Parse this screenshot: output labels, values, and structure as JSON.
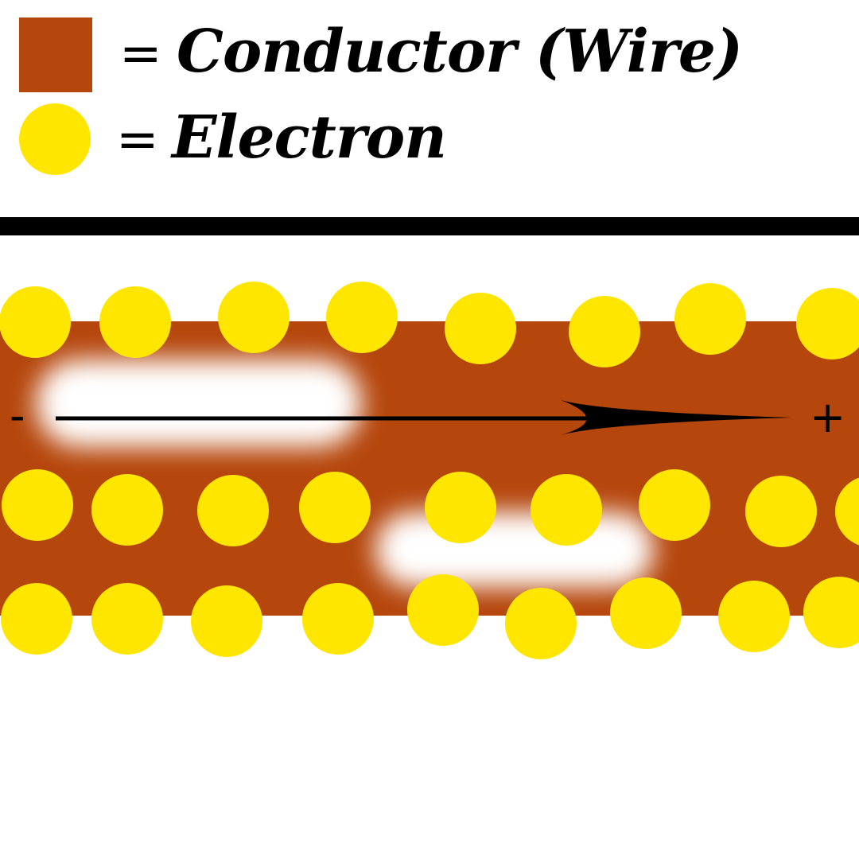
{
  "legend": {
    "conductor_label": "Conductor (Wire)",
    "electron_label": "Electron",
    "equals": "="
  },
  "colors": {
    "conductor": "#B5460C",
    "electron": "#FFE600",
    "background": "#FFFFFF",
    "ink": "#000000"
  },
  "terminals": {
    "negative": "-",
    "positive": "+"
  },
  "arrow": {
    "direction": "left-to-right"
  }
}
